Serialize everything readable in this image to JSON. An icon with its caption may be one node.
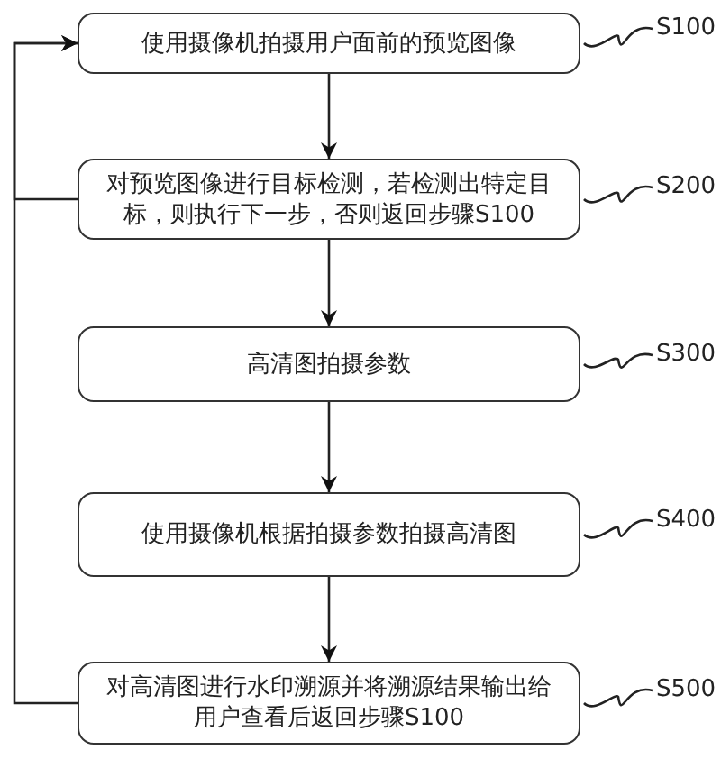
{
  "diagram": {
    "nodes": [
      {
        "text": [
          "使用摄像机拍摄用户面前的预览图像"
        ]
      },
      {
        "text": [
          "对预览图像进行目标检测，若检测出特定目标，则执行下一步，否则返回步骤S100"
        ]
      },
      {
        "text": [
          "高清图拍摄参数"
        ]
      },
      {
        "text": [
          "使用摄像机根据拍摄参数拍摄高清图"
        ]
      },
      {
        "text": [
          "对高清图进行水印溯源并将溯源结果输出给用户查看后返回步骤S100"
        ]
      },
      {
        "text": [
          "S100"
        ]
      },
      {
        "text": [
          "S200"
        ]
      },
      {
        "text": [
          "S300"
        ]
      },
      {
        "text": [
          "S400"
        ]
      },
      {
        "text": [
          "S500"
        ]
      }
    ],
    "edges": [
      {
        "from": 0,
        "to": 1,
        "arrow": "to"
      },
      {
        "from": 1,
        "to": 2,
        "arrow": "to"
      },
      {
        "from": 2,
        "to": 3,
        "arrow": "to"
      },
      {
        "from": 3,
        "to": 4,
        "arrow": "to"
      },
      {
        "from": 1,
        "to": 0,
        "arrow": "to"
      },
      {
        "from": 4,
        "to": 0,
        "arrow": "to"
      },
      {
        "from": 5,
        "to": 0,
        "arrow": "none"
      },
      {
        "from": 6,
        "to": 1,
        "arrow": "none"
      },
      {
        "from": 7,
        "to": 2,
        "arrow": "none"
      },
      {
        "from": 8,
        "to": 3,
        "arrow": "none"
      },
      {
        "from": 9,
        "to": 4,
        "arrow": "none"
      }
    ]
  }
}
